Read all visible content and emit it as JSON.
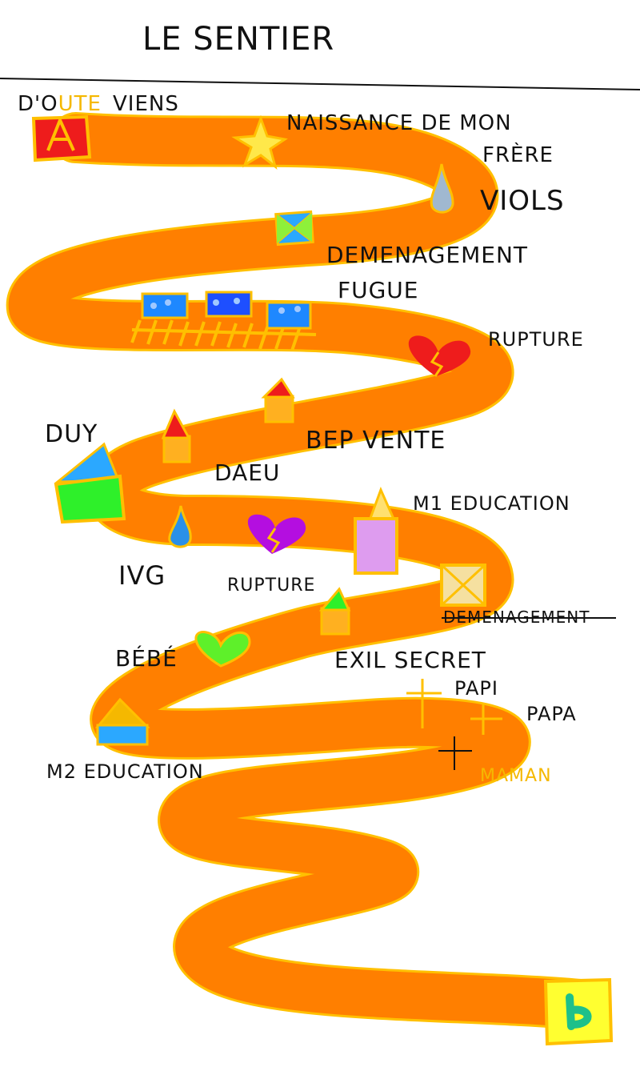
{
  "title": "LE SENTIER",
  "colors": {
    "path_fill": "#ff7f00",
    "path_outline": "#ffc000",
    "ink": "#111111",
    "accent_yellow": "#f5b800"
  },
  "labels": {
    "origin_prefix": "D'O",
    "origin_overwrite": "UTE",
    "origin_suffix": "VIENS",
    "brother_line1": "NAISSANCE DE MON",
    "brother_line2": "FRÈRE",
    "viols": "VIOLS",
    "demenagement1": "DEMENAGEMENT",
    "fugue": "FUGUE",
    "rupture1": "RUPTURE",
    "duy": "DUY",
    "bep_vente": "BEP VENTE",
    "daeu": "DAEU",
    "m1": "M1 EDUCATION",
    "ivg": "IVG",
    "rupture2": "RUPTURE",
    "demenagement2": "DEMENAGEMENT",
    "bebe": "BÉBÉ",
    "exil": "EXIL SECRET",
    "papi": "PAPI",
    "papa": "PAPA",
    "m2": "M2 EDUCATION",
    "maman": "MAMAN"
  },
  "icons": [
    "house-start-icon",
    "star-icon",
    "drop-icon",
    "envelope-icon",
    "train-icon",
    "broken-heart-icon",
    "house-icon",
    "tent-icon",
    "heart-icon",
    "cross-icon",
    "finish-box-icon"
  ]
}
